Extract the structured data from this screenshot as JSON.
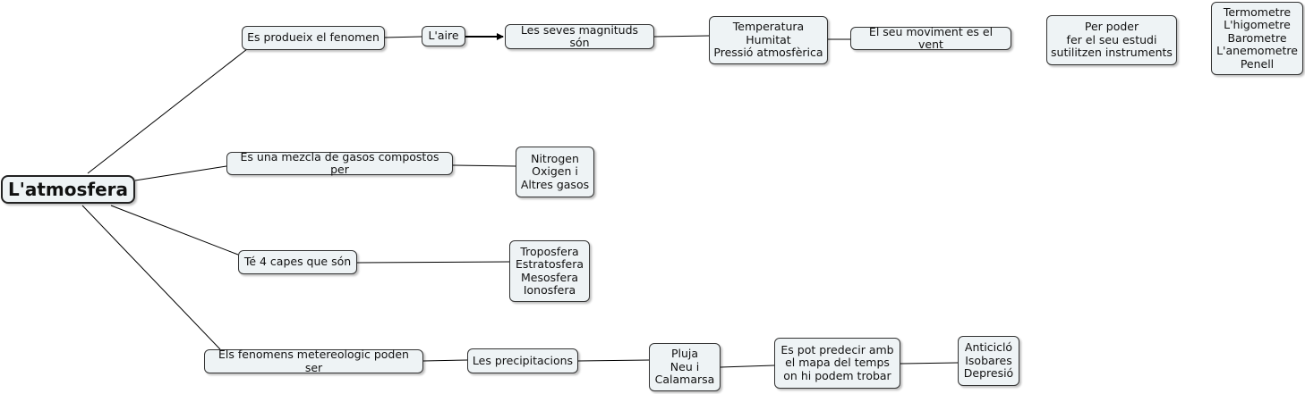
{
  "colors": {
    "node_fill": "#eef3f5",
    "node_border": "#333333",
    "line": "#000000"
  },
  "root": {
    "label": "L'atmosfera"
  },
  "nodes": {
    "produeix": "Es produeix el fenomen",
    "aire": "L'aire",
    "magnituds": "Les seves magnituds són",
    "temperatura": "Temperatura\nHumitat\nPressió atmosfèrica",
    "moviment": "El seu moviment es el vent",
    "per_poder": "Per poder\nfer el seu estudi\nsutilitzen instruments",
    "instruments": "Termometre\nL'higometre\nBarometre\nL'anemometre\nPenell",
    "mezcla": "Es una mezcla de gasos compostos per",
    "nitrogen": "Nitrogen\nOxigen i\nAltres gasos",
    "capes": "Té 4 capes que són",
    "troposfera": "Troposfera\nEstratosfera\nMesosfera\nIonosfera",
    "fenomens": "Els fenomens metereologic poden ser",
    "precipitacions": "Les precipitacions",
    "pluja": "Pluja\nNeu i\nCalamarsa",
    "predecir": "Es pot predecir amb\nel mapa del temps\non hi podem trobar",
    "anticiclo": "Anticicló\nIsobares\nDepresió"
  }
}
